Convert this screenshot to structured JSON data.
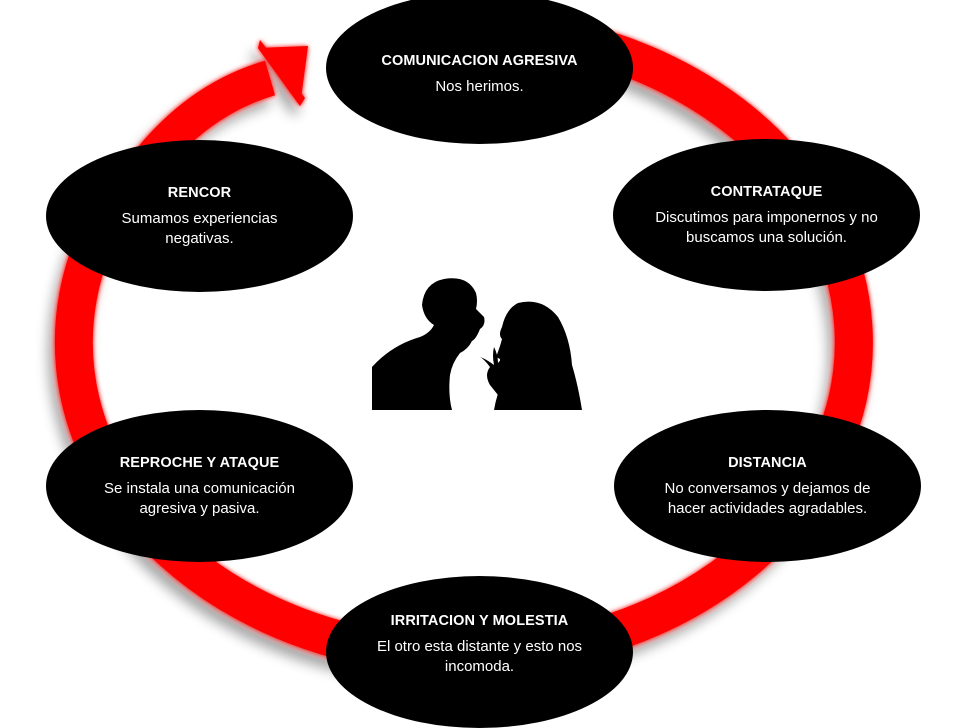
{
  "diagram": {
    "type": "cycle",
    "ring_color": "#ff0000",
    "node_color": "#000000",
    "text_color": "#ffffff",
    "center_image": "arguing-couple-silhouette",
    "direction": "clockwise",
    "nodes": [
      {
        "title": "COMUNICACION AGRESIVA",
        "description": "Nos herimos."
      },
      {
        "title": "CONTRATAQUE",
        "description": "Discutimos para imponernos y no buscamos una solución."
      },
      {
        "title": "DISTANCIA",
        "description": "No conversamos y dejamos de hacer actividades agradables."
      },
      {
        "title": "IRRITACION Y MOLESTIA",
        "description": "El otro esta distante y esto nos incomoda."
      },
      {
        "title": "REPROCHE Y ATAQUE",
        "description": "Se instala una comunicación agresiva y pasiva."
      },
      {
        "title": "RENCOR",
        "description": "Sumamos experiencias negativas."
      }
    ]
  }
}
